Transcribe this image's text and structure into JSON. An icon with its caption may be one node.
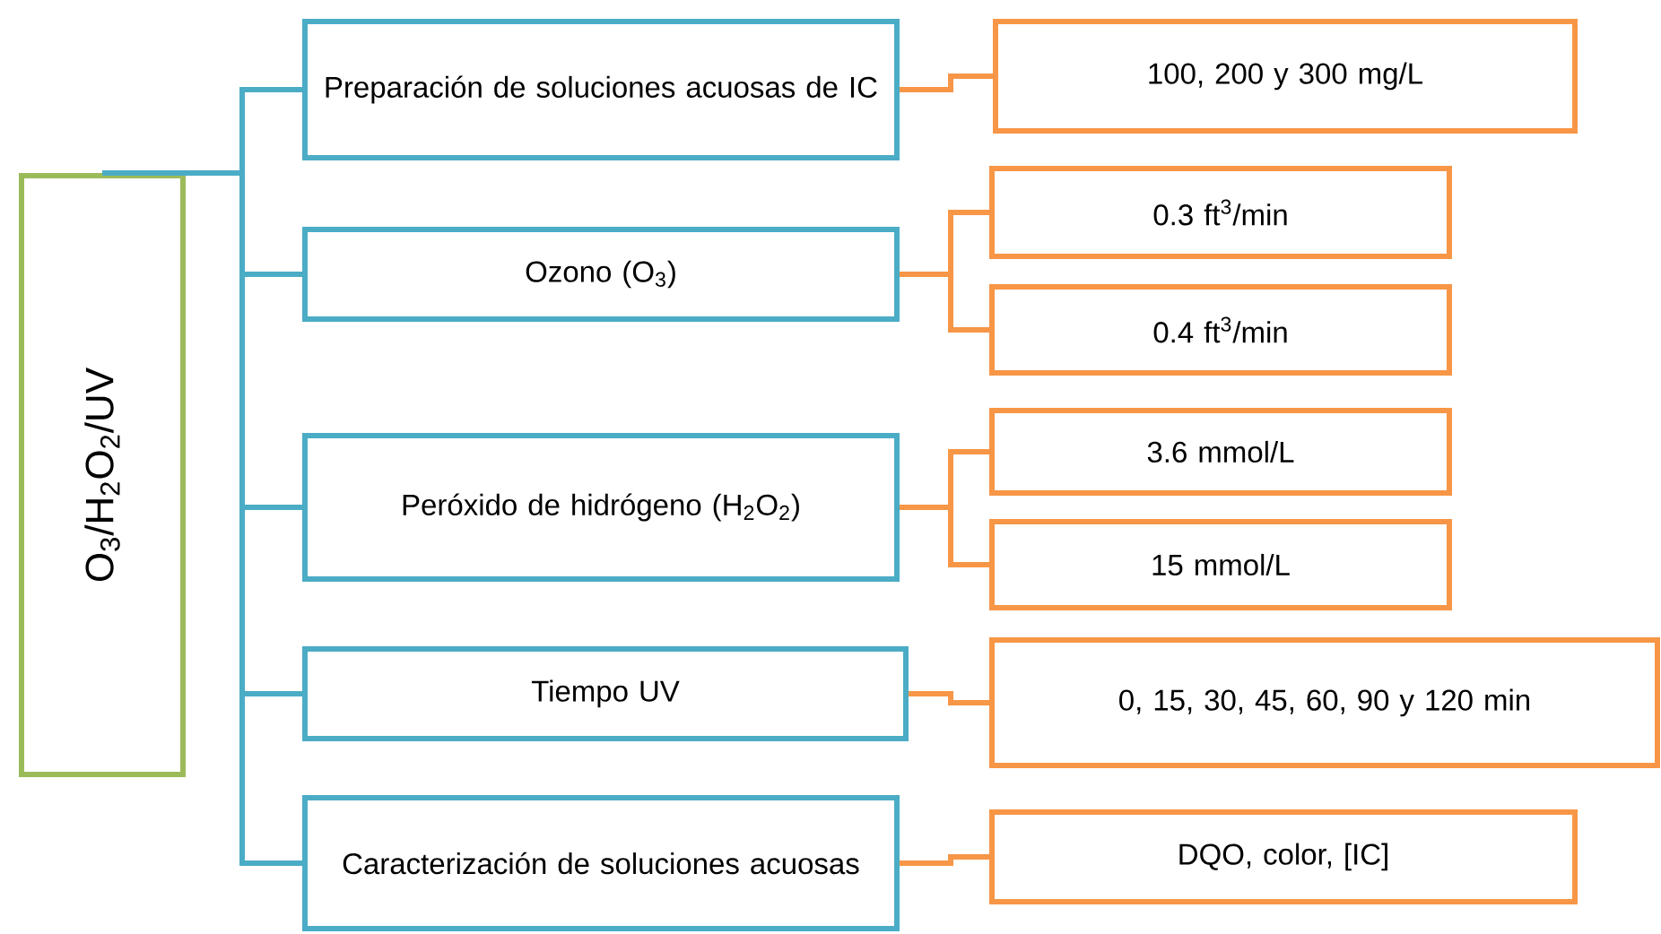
{
  "diagram": {
    "nodes": [
      {
        "text": [
          "O$_{3}$/H$_{2}$O$_{2}$/UV"
        ]
      },
      {
        "text": [
          "Preparación de soluciones acuosas de IC"
        ]
      },
      {
        "text": [
          "Ozono (O$_{3}$)"
        ]
      },
      {
        "text": [
          "Peróxido de hidrógeno (H$_{2}$O$_{2}$)"
        ]
      },
      {
        "text": [
          "Tiempo UV"
        ]
      },
      {
        "text": [
          "Caracterización de soluciones acuosas"
        ]
      },
      {
        "text": [
          "100, 200 y 300 mg/L"
        ]
      },
      {
        "text": [
          "0.3 ft$^{3}$/min"
        ]
      },
      {
        "text": [
          "0.4 ft$^{3}$/min"
        ]
      },
      {
        "text": [
          "3.6 mmol/L"
        ]
      },
      {
        "text": [
          "15 mmol/L"
        ]
      },
      {
        "text": [
          "0, 15, 30, 45, 60, 90 y 120 min"
        ]
      },
      {
        "text": [
          "DQO, color, [IC]"
        ]
      }
    ],
    "edges": [
      {
        "from": 0,
        "to": 1,
        "arrow": "none",
        "color": "#4bacc6"
      },
      {
        "from": 0,
        "to": 2,
        "arrow": "none",
        "color": "#4bacc6"
      },
      {
        "from": 0,
        "to": 3,
        "arrow": "none",
        "color": "#4bacc6"
      },
      {
        "from": 0,
        "to": 4,
        "arrow": "none",
        "color": "#4bacc6"
      },
      {
        "from": 0,
        "to": 5,
        "arrow": "none",
        "color": "#4bacc6"
      },
      {
        "from": 1,
        "to": 6,
        "arrow": "none"
      },
      {
        "from": 2,
        "to": 7,
        "arrow": "none"
      },
      {
        "from": 2,
        "to": 8,
        "arrow": "none"
      },
      {
        "from": 3,
        "to": 9,
        "arrow": "none"
      },
      {
        "from": 3,
        "to": 10,
        "arrow": "none"
      },
      {
        "from": 4,
        "to": 11,
        "arrow": "none"
      },
      {
        "from": 5,
        "to": 12,
        "arrow": "none"
      }
    ]
  }
}
